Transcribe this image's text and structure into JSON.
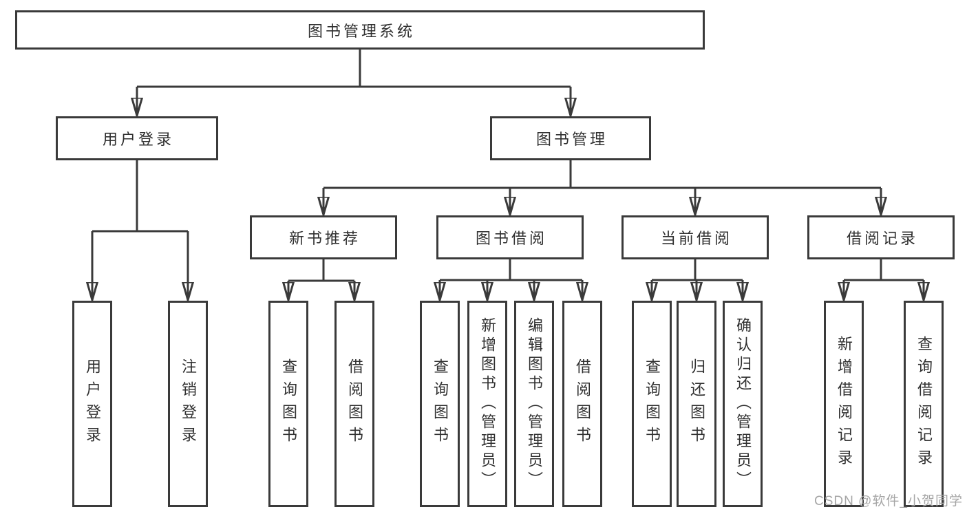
{
  "palette": {
    "line_color": "#3a3a3a",
    "text_color": "#303030",
    "box_fill": "#ffffff",
    "background": "#ffffff",
    "watermark_color": "#a6a6a6"
  },
  "watermark": "CSDN @软件_小贺同学",
  "tree": {
    "root": {
      "label": "图书管理系统"
    },
    "level2": [
      {
        "id": "user-login",
        "label": "用户登录"
      },
      {
        "id": "book-management",
        "label": "图书管理"
      }
    ],
    "level3": [
      {
        "id": "new-book-recommend",
        "label": "新书推荐",
        "parent": "图书管理"
      },
      {
        "id": "book-borrowing",
        "label": "图书借阅",
        "parent": "图书管理"
      },
      {
        "id": "current-borrowing",
        "label": "当前借阅",
        "parent": "图书管理"
      },
      {
        "id": "borrowing-records",
        "label": "借阅记录",
        "parent": "图书管理"
      }
    ],
    "leaves": [
      {
        "label": "用户登录",
        "parent": "用户登录"
      },
      {
        "label": "注销登录",
        "parent": "用户登录"
      },
      {
        "label": "查询图书",
        "parent": "新书推荐"
      },
      {
        "label": "借阅图书",
        "parent": "新书推荐"
      },
      {
        "label": "查询图书",
        "parent": "图书借阅"
      },
      {
        "label": "新增图书（管理员）",
        "parent": "图书借阅"
      },
      {
        "label": "编辑图书（管理员）",
        "parent": "图书借阅"
      },
      {
        "label": "借阅图书",
        "parent": "图书借阅"
      },
      {
        "label": "查询图书",
        "parent": "当前借阅"
      },
      {
        "label": "归还图书",
        "parent": "当前借阅"
      },
      {
        "label": "确认归还（管理员）",
        "parent": "当前借阅"
      },
      {
        "label": "新增借阅记录",
        "parent": "借阅记录"
      },
      {
        "label": "查询借阅记录",
        "parent": "借阅记录"
      }
    ]
  }
}
